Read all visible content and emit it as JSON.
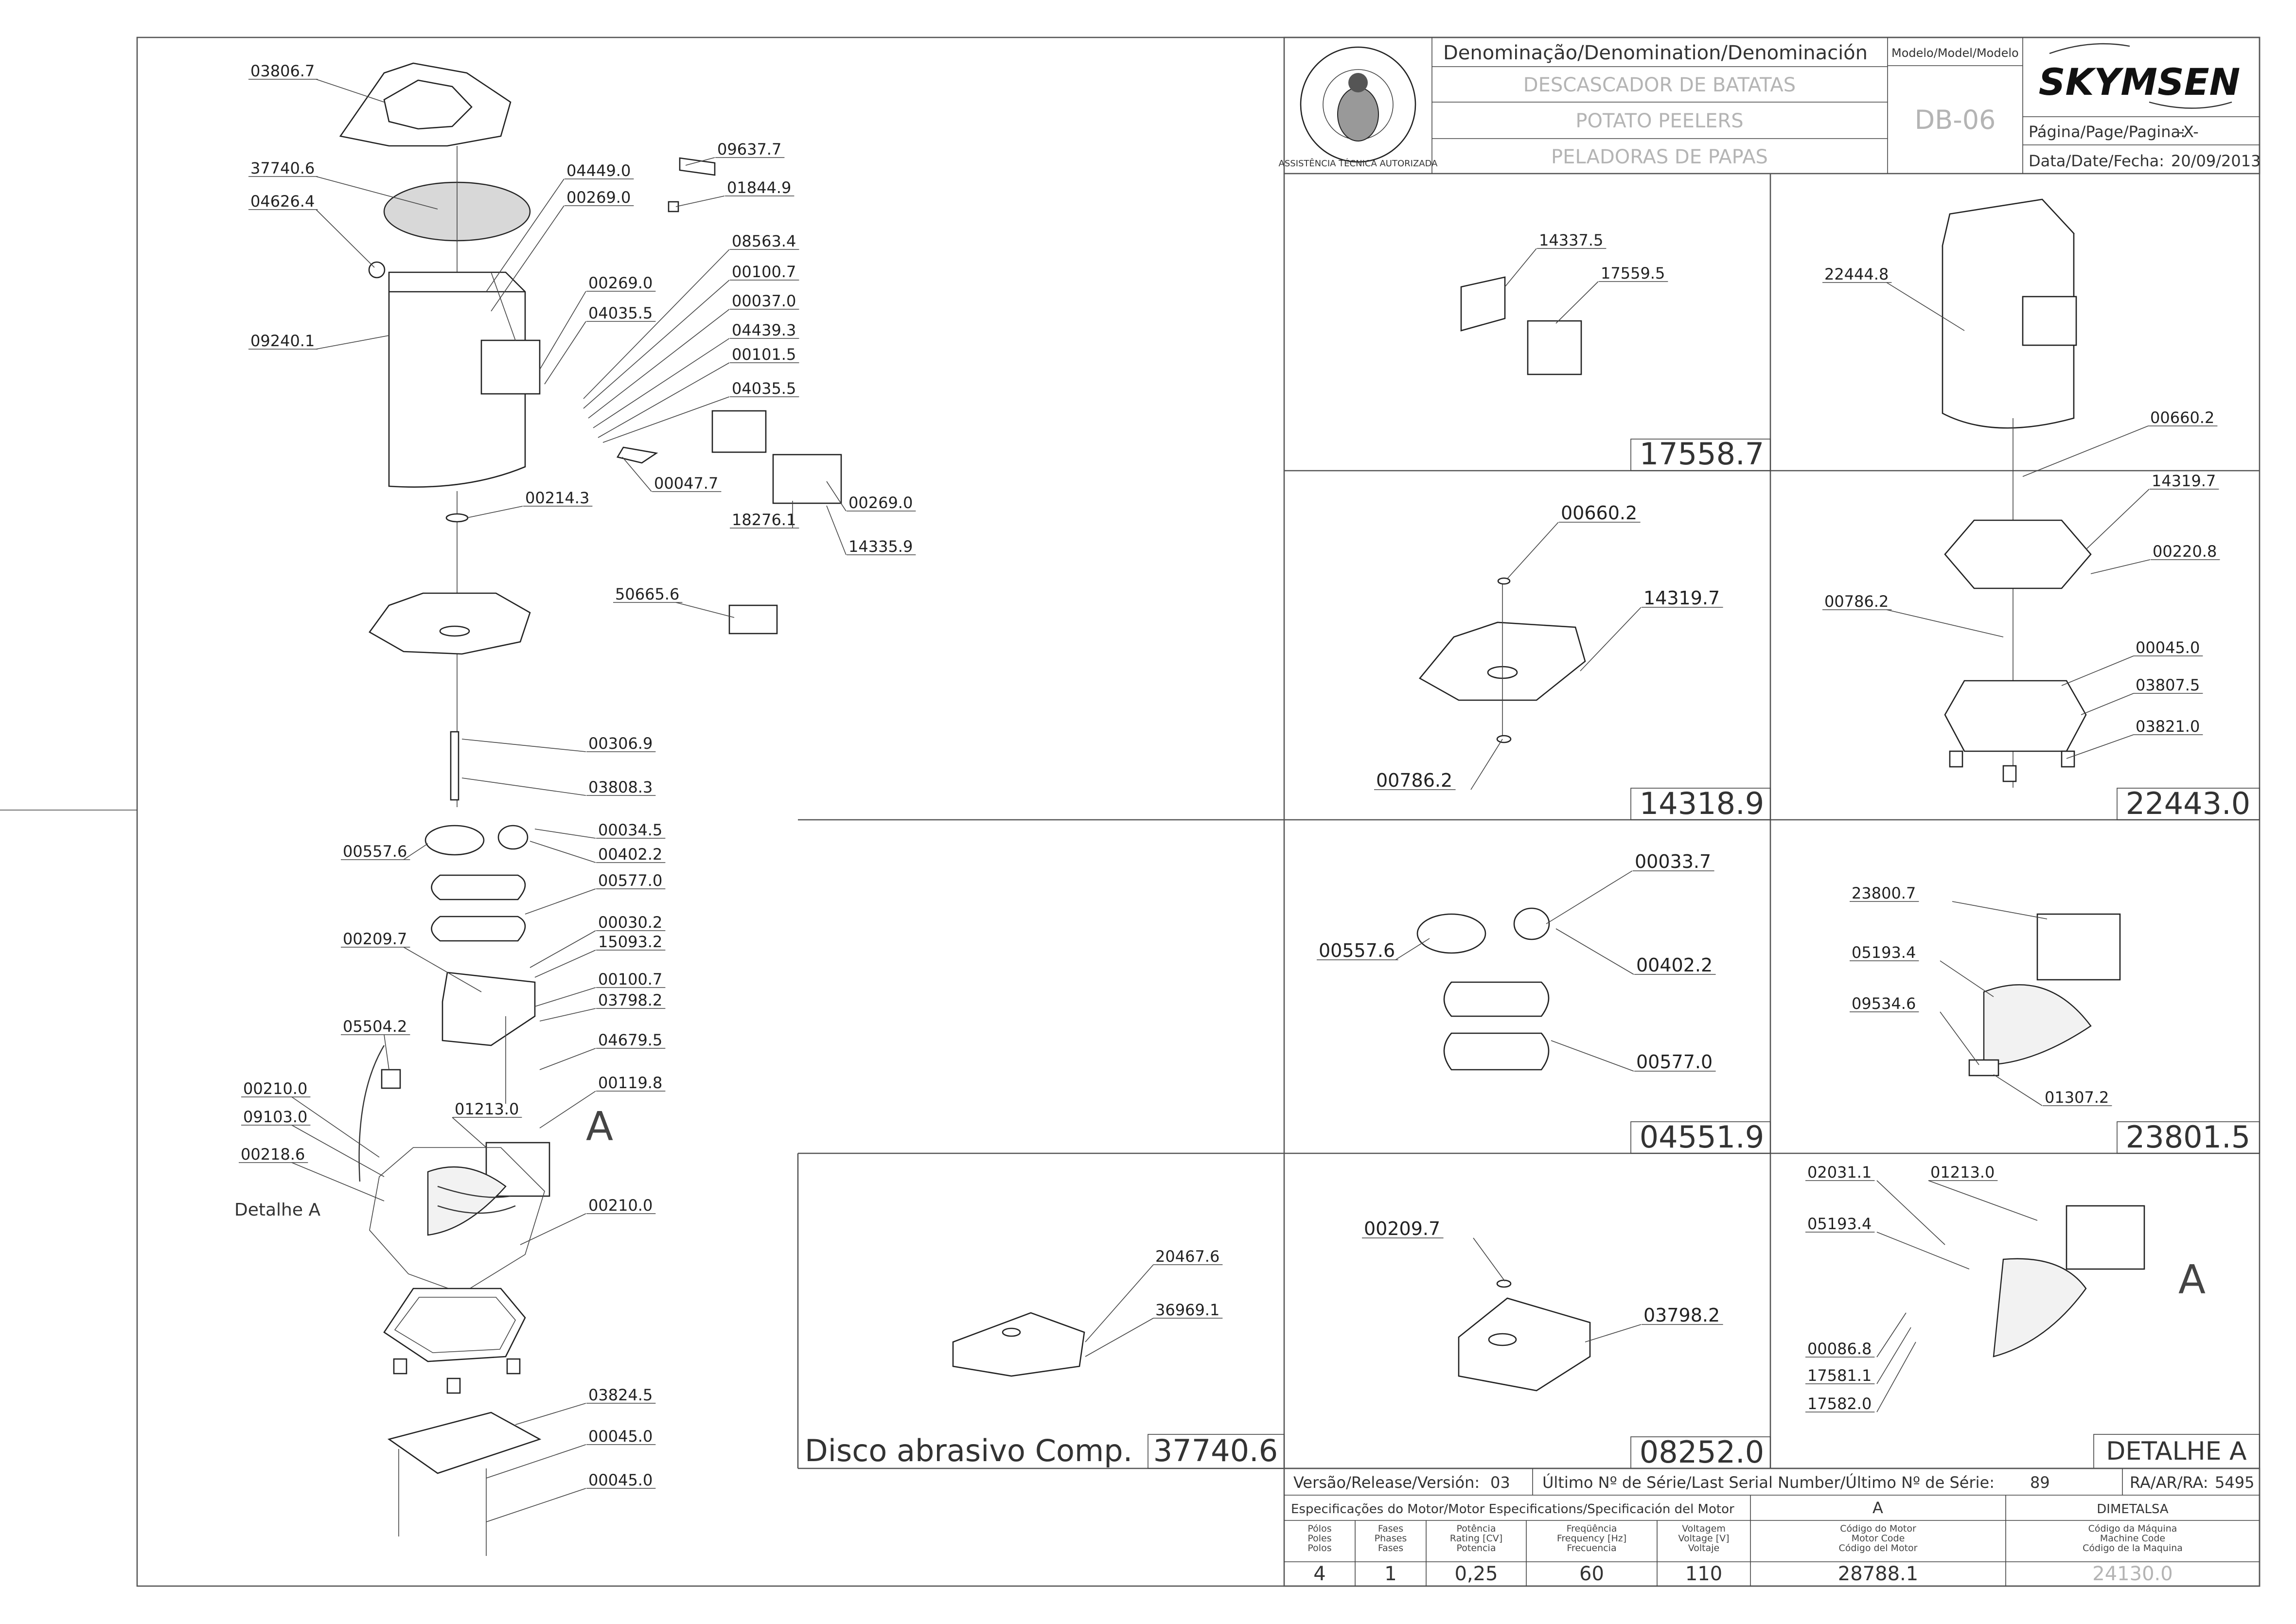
{
  "header": {
    "denomination_label": "Denominação/Denomination/Denominación",
    "names": [
      "DESCASCADOR DE BATATAS",
      "POTATO PEELERS",
      "PELADORAS DE PAPAS"
    ],
    "model_label": "Modelo/Model/Modelo",
    "model": "DB-06",
    "brand": "SKYMSEN",
    "page_label": "Página/Page/Pagina:",
    "page_value": "-X-",
    "date_label": "Data/Date/Fecha:",
    "date_value": "20/09/2013",
    "seal_text": "ASSISTÊNCIA TÉCNICA AUTORIZADA"
  },
  "main_labels": [
    "03806.7",
    "37740.6",
    "04626.4",
    "04449.0",
    "00269.0",
    "09637.7",
    "01844.9",
    "08563.4",
    "00100.7",
    "00269.0",
    "04035.5",
    "00037.0",
    "04439.3",
    "00101.5",
    "09240.1",
    "04035.5",
    "00047.7",
    "00269.0",
    "18276.1",
    "14335.9",
    "00214.3",
    "50665.6",
    "00306.9",
    "03808.3",
    "00034.5",
    "00557.6",
    "00402.2",
    "00577.0",
    "00030.2",
    "00209.7",
    "15093.2",
    "00100.7",
    "03798.2",
    "05504.2",
    "04679.5",
    "00119.8",
    "00210.0",
    "09103.0",
    "01213.0",
    "00218.6",
    "00210.0",
    "03824.5",
    "00045.0",
    "00045.0"
  ],
  "detail_label": "Detalhe A",
  "detail_marker": "A",
  "panels": {
    "p17558": {
      "code": "17558.7",
      "labels": [
        "14337.5",
        "17559.5"
      ]
    },
    "p22443": {
      "code": "22443.0",
      "labels": [
        "22444.8",
        "00660.2",
        "14319.7",
        "00220.8",
        "00786.2",
        "00045.0",
        "03807.5",
        "03821.0"
      ]
    },
    "p14318": {
      "code": "14318.9",
      "labels": [
        "00660.2",
        "14319.7",
        "00786.2"
      ]
    },
    "p04551": {
      "code": "04551.9",
      "labels": [
        "00033.7",
        "00557.6",
        "00402.2",
        "00577.0"
      ]
    },
    "p23801": {
      "code": "23801.5",
      "labels": [
        "23800.7",
        "05193.4",
        "09534.6",
        "01307.2"
      ]
    },
    "p08252": {
      "code": "08252.0",
      "labels": [
        "00209.7",
        "03798.2"
      ]
    },
    "pdetail": {
      "code": "DETALHE A",
      "marker": "A",
      "labels": [
        "02031.1",
        "01213.0",
        "05193.4",
        "00086.8",
        "17581.1",
        "17582.0"
      ]
    },
    "disco": {
      "title": "Disco abrasivo Comp.",
      "code": "37740.6",
      "labels": [
        "20467.6",
        "36969.1"
      ]
    }
  },
  "footer": {
    "version_label": "Versão/Release/Versión:",
    "version_value": "03",
    "serial_label": "Último Nº de Série/Last Serial Number/Último Nº de Série:",
    "serial_value": "89",
    "ra_label": "RA/AR/RA:",
    "ra_value": "5495",
    "motor_spec_label": "Especificações do Motor/Motor Especifications/Specificación del Motor",
    "motor_letter": "A",
    "motor_maker": "DIMETALSA",
    "columns": [
      {
        "head": [
          "Pólos",
          "Poles",
          "Polos"
        ],
        "value": "4"
      },
      {
        "head": [
          "Fases",
          "Phases",
          "Fases"
        ],
        "value": "1"
      },
      {
        "head": [
          "Potência",
          "Rating [CV]",
          "Potencia"
        ],
        "value": "0,25"
      },
      {
        "head": [
          "Freqüência",
          "Frequency [Hz]",
          "Frecuencia"
        ],
        "value": "60"
      },
      {
        "head": [
          "Voltagem",
          "Voltage [V]",
          "Voltaje"
        ],
        "value": "110"
      },
      {
        "head": [
          "Código do Motor",
          "Motor Code",
          "Código del Motor"
        ],
        "value": "28788.1"
      },
      {
        "head": [
          "Código da Máquina",
          "Machine Code",
          "Código de la Maquina"
        ],
        "value": "24130.0"
      }
    ]
  }
}
